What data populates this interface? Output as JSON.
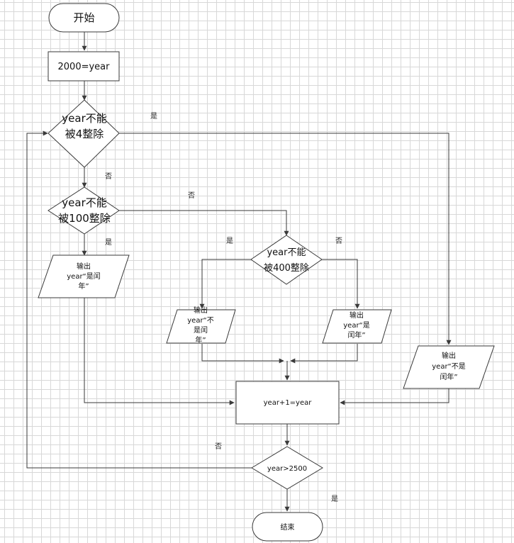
{
  "nodes": {
    "start": "开始",
    "init": "2000=year",
    "check4": [
      "year不能",
      "被4整除"
    ],
    "check100": [
      "year不能",
      "被100整除"
    ],
    "check400": [
      "year不能",
      "被400整除"
    ],
    "out_leap_left": [
      "输出",
      "year“是闰",
      "年”"
    ],
    "out_notleap_mid": [
      "输出",
      "year“不",
      "是闰",
      "年”"
    ],
    "out_leap_mid": [
      "输出",
      "year“是",
      "闰年”"
    ],
    "out_notleap_right": [
      "输出",
      "year“不是",
      "闰年”"
    ],
    "increment": "year+1=year",
    "check_end": "year>2500",
    "end": "结束"
  },
  "edge_labels": {
    "check4_yes": "是",
    "check4_no": "否",
    "check100_no": "否",
    "check100_yes": "是",
    "check400_yes": "是",
    "check400_no": "否",
    "loop_no": "否",
    "end_yes": "是"
  }
}
